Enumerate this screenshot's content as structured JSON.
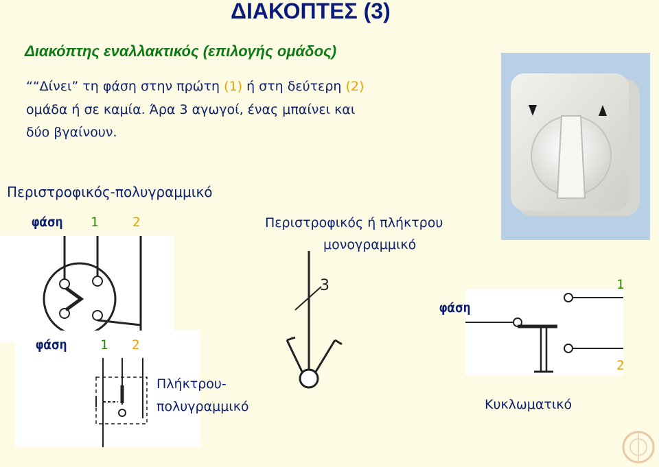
{
  "title": "ΔΙΑΚΟΠΤΕΣ (3)",
  "subtitle": "Διακόπτης εναλλακτικός (επιλογής ομάδος)",
  "description": {
    "line1_pre": "““Δίνει” τη φάση στην πρώτη ",
    "line1_num1": "(1)",
    "line1_mid": " ή στη δεύτερη ",
    "line1_num2": "(2)",
    "line2": "ομάδα ή σε καμία. Άρα 3 αγωγοί, ένας μπαίνει και",
    "line3": "δύο βγαίνουν."
  },
  "rotary_multi": {
    "heading": "Περιστροφικός-πολυγραμμικό",
    "phase": "φάση",
    "one": "1",
    "two": "2"
  },
  "push_multi": {
    "phase": "φάση",
    "one": "1",
    "two": "2",
    "caption_line1": "Πλήκτρου-",
    "caption_line2": "πολυγραμμικό"
  },
  "mono": {
    "caption_line1": "Περιστροφικός ή πλήκτρου",
    "caption_line2": "μονογραμμικό",
    "conductors": "3"
  },
  "circuit": {
    "phase": "φάση",
    "one": "1",
    "two": "2",
    "caption": "Κυκλωματικό"
  },
  "colors": {
    "title": "#0a1a7a",
    "subtitle": "#0a7a12",
    "text": "#0b1f6e",
    "accent_orange": "#e8a000",
    "accent_green": "#2a8a00",
    "background": "#fdfbe4",
    "photo_frame": "#b9cfe6"
  },
  "icons": [
    "rotary-switch-photo",
    "rotary-switch-symbol",
    "push-switch-symbol",
    "single-line-symbol",
    "circuit-symbol",
    "logo-emblem"
  ]
}
